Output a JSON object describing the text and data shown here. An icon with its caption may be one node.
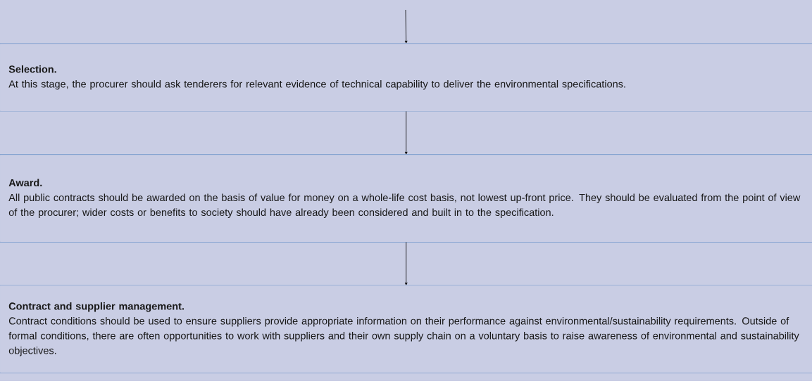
{
  "diagram": {
    "nodes": [
      {
        "text": [
          "Selection.",
          "At this stage, the procurer should ask tenderers for relevant evidence of technical capability to deliver the environmental specifications."
        ]
      },
      {
        "text": [
          "Award.",
          "All public contracts should be awarded on the basis of value for money on a whole-life cost basis, not lowest up-front price. They should be evaluated from the point of view of the procurer; wider costs or benefits to society should have already been considered and built in to the specification."
        ]
      },
      {
        "text": [
          "Contract and supplier management.",
          "Contract conditions should be used to ensure suppliers provide appropriate information on their performance against environmental/sustainability requirements. Outside of formal conditions, there are often opportunities to work with suppliers and their own supply chain on a voluntary basis to raise awareness of environmental and sustainability objectives."
        ]
      }
    ],
    "edges": [
      {
        "from": null,
        "to": 0,
        "arrow": "to"
      },
      {
        "from": 0,
        "to": 1,
        "arrow": "to"
      },
      {
        "from": 1,
        "to": 2,
        "arrow": "to"
      }
    ]
  }
}
